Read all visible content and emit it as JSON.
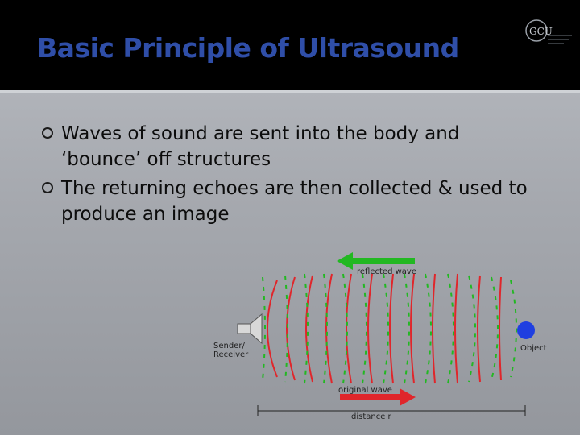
{
  "slide": {
    "title": "Basic Principle of Ultrasound",
    "logo_text": "GCU",
    "bullets": [
      "Waves of sound are sent into the body and ‘bounce’ off structures",
      "The returning echoes are then collected & used to produce an image"
    ]
  },
  "diagram": {
    "reflected_wave_label": "reflected wave",
    "original_wave_label": "original wave",
    "sender_label_line1": "Sender/",
    "sender_label_line2": "Receiver",
    "object_label": "Object",
    "distance_label": "distance r"
  },
  "colors": {
    "title": "#2f4ea8",
    "original_wave": "#e0262b",
    "reflected_wave": "#22b822",
    "object": "#1f3fe0"
  }
}
